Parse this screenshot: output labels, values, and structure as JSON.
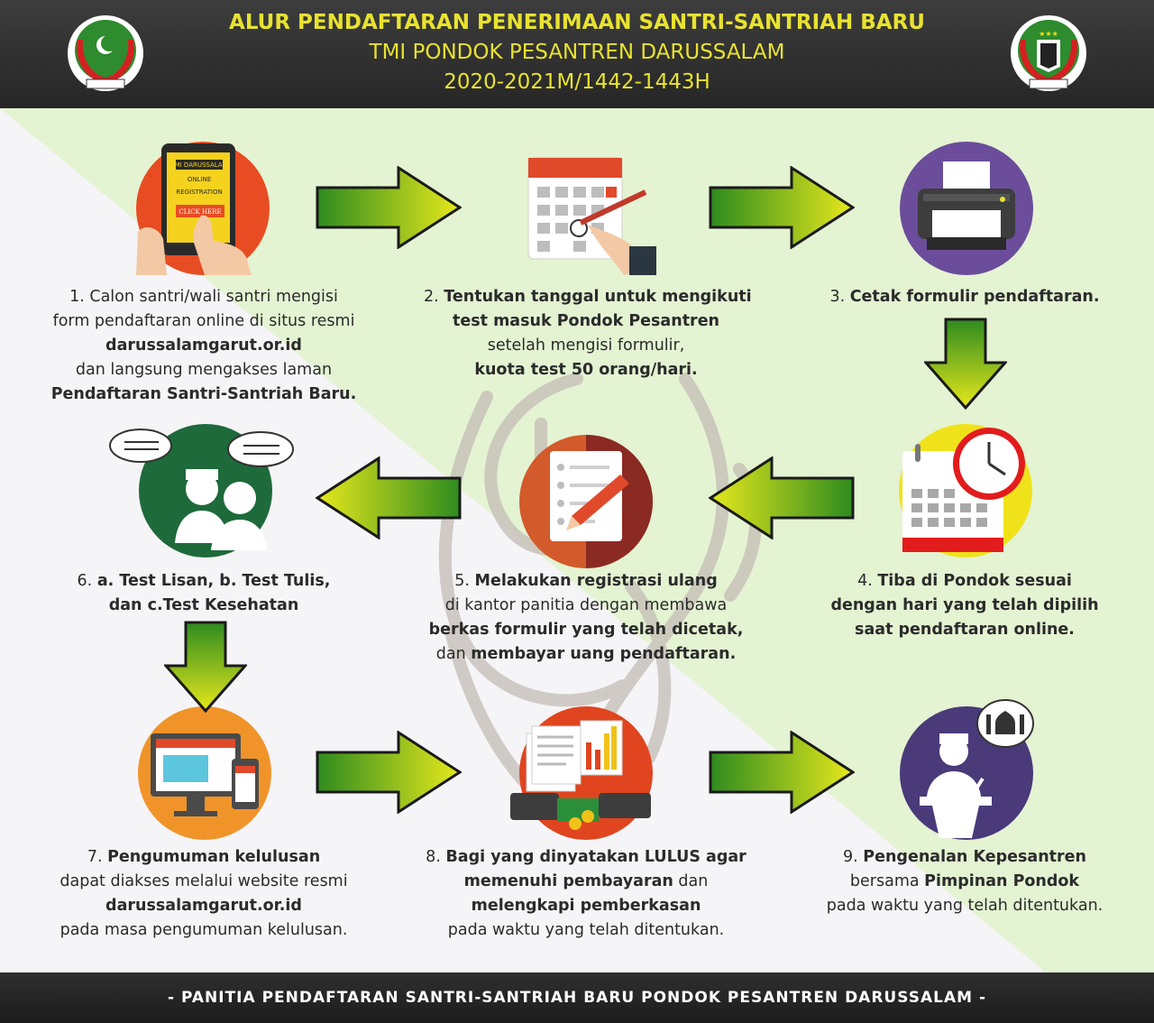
{
  "header": {
    "title": "ALUR PENDAFTARAN PENERIMAAN SANTRI-SANTRIAH BARU",
    "subtitle": "TMI PONDOK PESANTREN DARUSSALAM",
    "year": "2020-2021M/1442-1443H"
  },
  "footer": {
    "text": "- PANITIA PENDAFTARAN SANTRI-SANTRIAH BARU PONDOK PESANTREN DARUSSALAM -"
  },
  "tablet": {
    "line1": "TMI DARUSSALAM",
    "line2": "ONLINE",
    "line3": "REGISTRATION",
    "button": "CLICK HERE"
  },
  "steps": {
    "s1": {
      "l1": "1. Calon santri/wali santri mengisi",
      "l2": "form pendaftaran online di situs resmi",
      "l3": "darussalamgarut.or.id",
      "l4": "dan langsung mengakses laman",
      "l5": "Pendaftaran Santri-Santriah Baru."
    },
    "s2": {
      "l1a": "2. ",
      "l1b": "Tentukan tanggal untuk mengikuti",
      "l2": "test masuk Pondok Pesantren",
      "l3": "setelah mengisi formulir,",
      "l4": "kuota test 50 orang/hari."
    },
    "s3": {
      "l1a": "3. ",
      "l1b": "Cetak formulir pendaftaran."
    },
    "s4": {
      "l1a": "4. ",
      "l1b": "Tiba di Pondok sesuai",
      "l2": "dengan hari yang telah dipilih",
      "l3": "saat pendaftaran online."
    },
    "s5": {
      "l1a": "5. ",
      "l1b": "Melakukan registrasi ulang",
      "l2": "di kantor panitia dengan membawa",
      "l3": "berkas formulir yang telah dicetak,",
      "l4a": "dan ",
      "l4b": "membayar uang pendaftaran."
    },
    "s6": {
      "l1a": "6. ",
      "l1b": "a. Test Lisan, b. Test Tulis,",
      "l2": "dan c.Test Kesehatan"
    },
    "s7": {
      "l1a": "7. ",
      "l1b": "Pengumuman kelulusan",
      "l2": "dapat diakses melalui website resmi",
      "l3": "darussalamgarut.or.id",
      "l4": "pada masa pengumuman kelulusan."
    },
    "s8": {
      "l1a": "8. ",
      "l1b": "Bagi yang dinyatakan LULUS agar",
      "l2a": "memenuhi pembayaran",
      "l2b": " dan",
      "l3": "melengkapi pemberkasan",
      "l4": "pada waktu yang telah ditentukan."
    },
    "s9": {
      "l1a": "9. ",
      "l1b": "Pengenalan Kepesantren",
      "l2a": "bersama ",
      "l2b": "Pimpinan Pondok",
      "l3": "pada waktu yang telah ditentukan."
    }
  },
  "colors": {
    "accent_yellow": "#e8e230",
    "arrow_green": "#2e8b1f",
    "arrow_yellow": "#e2e41e",
    "header_dark": "#2b2b2b",
    "bg_green": "#e6f4d6"
  },
  "icons": [
    "tablet-icon",
    "calendar-pen-icon",
    "printer-icon",
    "calendar-clock-icon",
    "form-pencil-icon",
    "interview-icon",
    "computer-icon",
    "payment-icon",
    "speaker-mosque-icon",
    "arrow-right-icon",
    "arrow-left-icon",
    "arrow-down-icon"
  ]
}
